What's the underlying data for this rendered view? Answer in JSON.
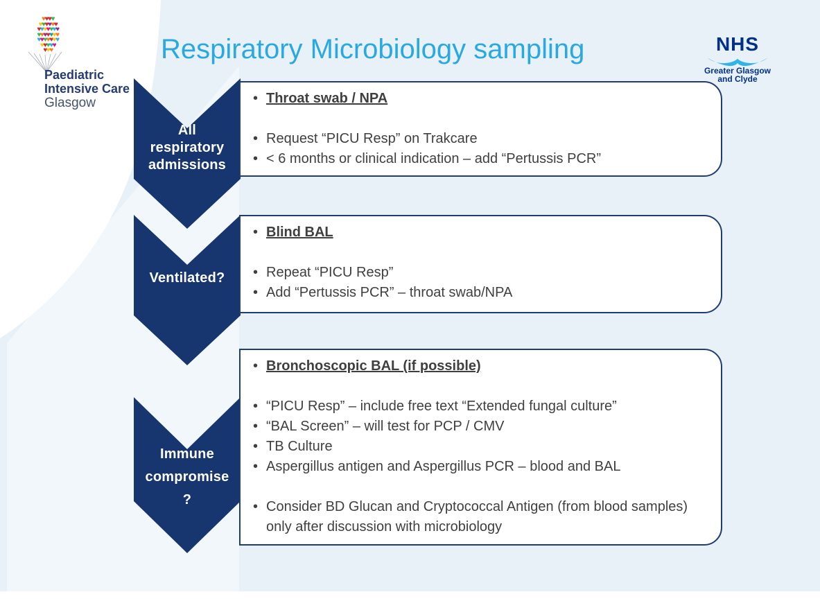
{
  "slide_title": "Respiratory Microbiology sampling",
  "bullet": "•",
  "picu_logo": {
    "line1": "Paediatric",
    "line2": "Intensive Care",
    "line3": "Glasgow",
    "hearts": {
      "glyph": "♥",
      "palette": {
        "r": "#D7262C",
        "o": "#F47B20",
        "y": "#FFC20E",
        "g": "#3AB54A",
        "b": "#2BACE2",
        "p": "#93268F",
        "m": "#EC098C",
        "t": "#00A79D",
        "n": "#243B73"
      },
      "rows": [
        [
          "o",
          "r",
          "r",
          "g"
        ],
        [
          "y",
          "g",
          "r",
          "p",
          "o",
          "r"
        ],
        [
          "r",
          "b",
          "y",
          "m",
          "g",
          "b",
          "p"
        ],
        [
          "g",
          "o",
          "p",
          "r",
          "t",
          "y",
          "o"
        ],
        [
          "b",
          "m",
          "g",
          "o",
          "r",
          "y",
          "b"
        ],
        [
          "y",
          "r",
          "g",
          "b",
          "m"
        ],
        [
          "r",
          "y",
          "o"
        ]
      ]
    }
  },
  "nhs_logo": {
    "name": "NHS",
    "region_line1": "Greater Glasgow",
    "region_line2": "and Clyde"
  },
  "steps": [
    {
      "id": "all-respiratory-admissions",
      "lines": [
        "All",
        "respiratory",
        "admissions"
      ]
    },
    {
      "id": "ventilated",
      "lines": [
        "Ventilated?"
      ]
    },
    {
      "id": "immune-compromise",
      "lines": [
        "Immune",
        "compromise",
        "?"
      ]
    }
  ],
  "boxes": [
    {
      "heading": "Throat swab / NPA",
      "items": [
        "Request “PICU Resp” on Trakcare",
        "< 6 months or clinical indication – add “Pertussis PCR”"
      ]
    },
    {
      "heading": "Blind BAL",
      "items": [
        "Repeat “PICU Resp”",
        "Add “Pertussis PCR” – throat swab/NPA"
      ]
    },
    {
      "heading": "Bronchoscopic BAL (if possible)",
      "items": [
        "“PICU Resp” – include free text “Extended fungal culture”",
        "“BAL Screen” – will test for PCP / CMV",
        "TB Culture",
        "Aspergillus antigen and Aspergillus PCR – blood and BAL"
      ],
      "footer_item": "Consider BD Glucan and Cryptococcal Antigen (from blood samples) only after discussion with microbiology"
    }
  ],
  "colors": {
    "background": "#E8F1F8",
    "chevron_navy": "#17356E",
    "box_border_navy": "#1F3D73",
    "box_fill": "#FFFFFF",
    "title_blue": "#2AA9E0",
    "body_text": "#3F3F3F",
    "nhs_blue": "#003087",
    "nhs_wave_blue": "#2FB3E8",
    "picu_text_navy": "#243B73",
    "glasgow_slate": "#44546A"
  }
}
